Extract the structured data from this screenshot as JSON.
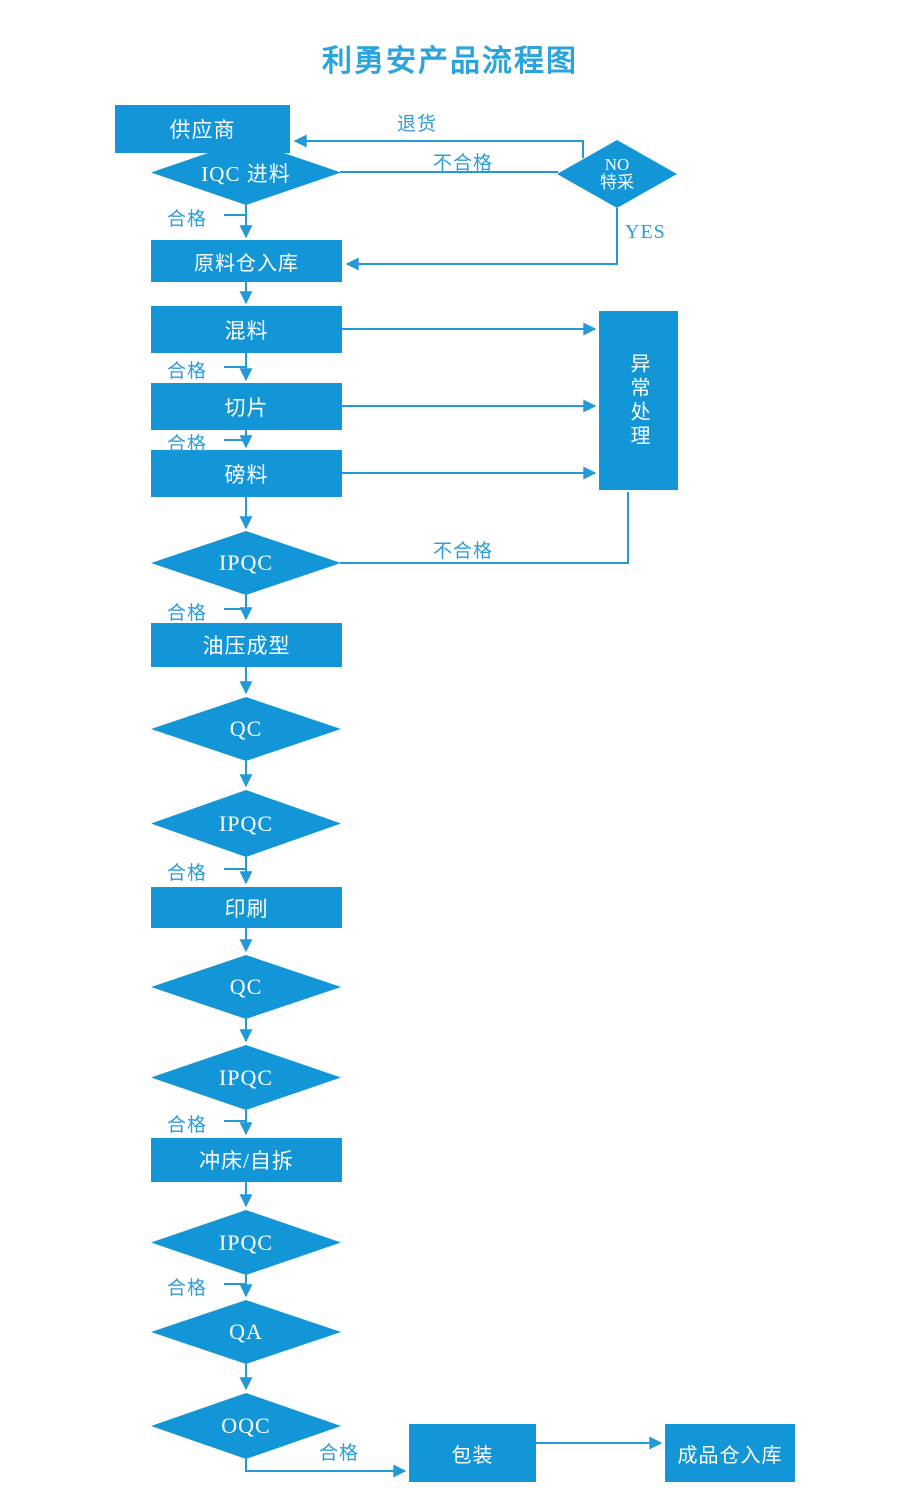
{
  "title": "利勇安产品流程图",
  "colors": {
    "shape_fill": "#1296d8",
    "connector": "#2598d8",
    "edge_label": "#2e9cd8",
    "title": "#2ba4de",
    "shape_text": "#ffffff",
    "background": "#ffffff"
  },
  "nodes": {
    "supplier": {
      "label": "供应商"
    },
    "iqc_incoming": {
      "label": "IQC 进料"
    },
    "special_purchase": {
      "line1": "NO",
      "line2": "特采"
    },
    "raw_warehouse": {
      "label": "原料仓入库"
    },
    "mixing": {
      "label": "混料"
    },
    "slicing": {
      "label": "切片"
    },
    "weighing": {
      "label": "磅料"
    },
    "exception_handling": {
      "label": "异常处理"
    },
    "ipqc1": {
      "label": "IPQC"
    },
    "hydraulic_molding": {
      "label": "油压成型"
    },
    "qc1": {
      "label": "QC"
    },
    "ipqc2": {
      "label": "IPQC"
    },
    "printing": {
      "label": "印刷"
    },
    "qc2": {
      "label": "QC"
    },
    "ipqc3": {
      "label": "IPQC"
    },
    "punching": {
      "label": "冲床/自拆"
    },
    "ipqc4": {
      "label": "IPQC"
    },
    "qa": {
      "label": "QA"
    },
    "oqc": {
      "label": "OQC"
    },
    "packing": {
      "label": "包装"
    },
    "finished_warehouse": {
      "label": "成品仓入库"
    }
  },
  "edge_labels": {
    "return_goods": "退货",
    "fail": "不合格",
    "yes": "YES",
    "pass": "合格"
  }
}
